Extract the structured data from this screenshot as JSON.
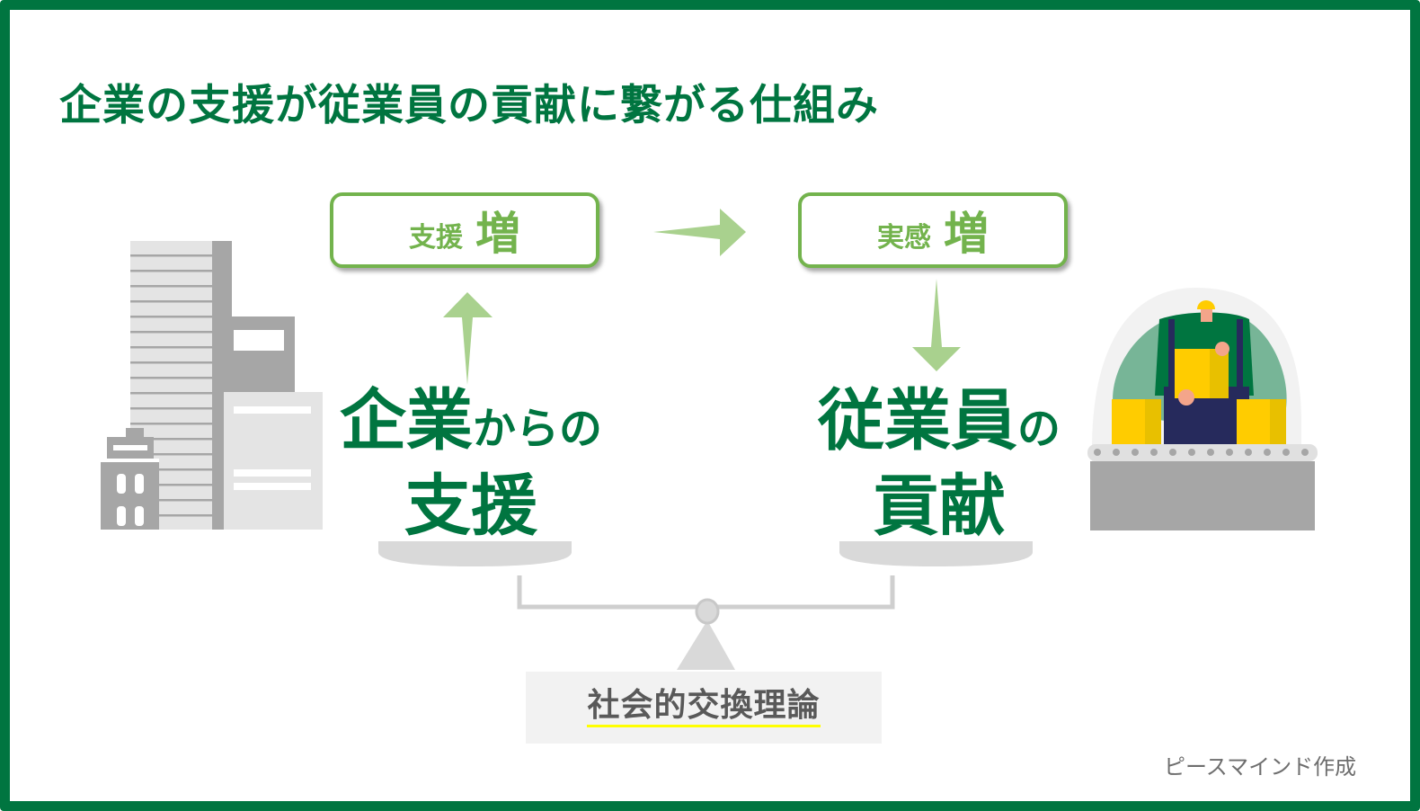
{
  "title": "企業の支援が従業員の貢献に繋がる仕組み",
  "boxes": {
    "support_increase": {
      "small": "支援",
      "big": "増"
    },
    "feeling_increase": {
      "small": "実感",
      "big": "増"
    }
  },
  "left_label": {
    "main": "企業",
    "suffix": "からの",
    "line2": "支援"
  },
  "right_label": {
    "main": "従業員",
    "suffix": "の",
    "line2": "貢献"
  },
  "theory": "社会的交換理論",
  "credit": "ピースマインド作成",
  "colors": {
    "frame": "#007540",
    "title": "#007540",
    "box_border": "#73b34d",
    "arrow": "#a9d18e",
    "scale": "#d9d9d9",
    "building": "#a6a6a6",
    "theory_underline": "#ffff00"
  },
  "icons": {
    "left": "office-buildings-icon",
    "right": "factory-worker-icon",
    "center": "balance-scale-icon"
  }
}
